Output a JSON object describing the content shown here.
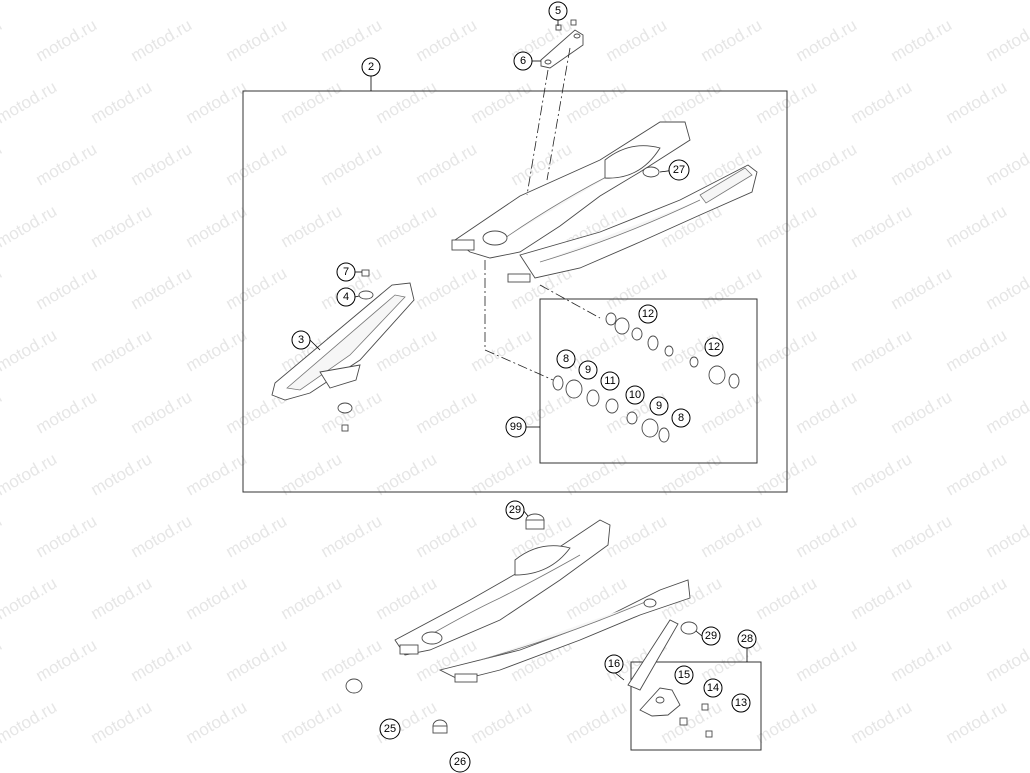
{
  "watermark": {
    "text": "motod.ru"
  },
  "callouts": {
    "c2": "2",
    "c3": "3",
    "c4": "4",
    "c5": "5",
    "c6": "6",
    "c7": "7",
    "c8a": "8",
    "c8b": "8",
    "c9a": "9",
    "c9b": "9",
    "c10": "10",
    "c11": "11",
    "c12a": "12",
    "c12b": "12",
    "c13": "13",
    "c14": "14",
    "c15": "15",
    "c16": "16",
    "c25": "25",
    "c26": "26",
    "c27": "27",
    "c28": "28",
    "c29a": "29",
    "c29b": "29",
    "c99": "99"
  }
}
